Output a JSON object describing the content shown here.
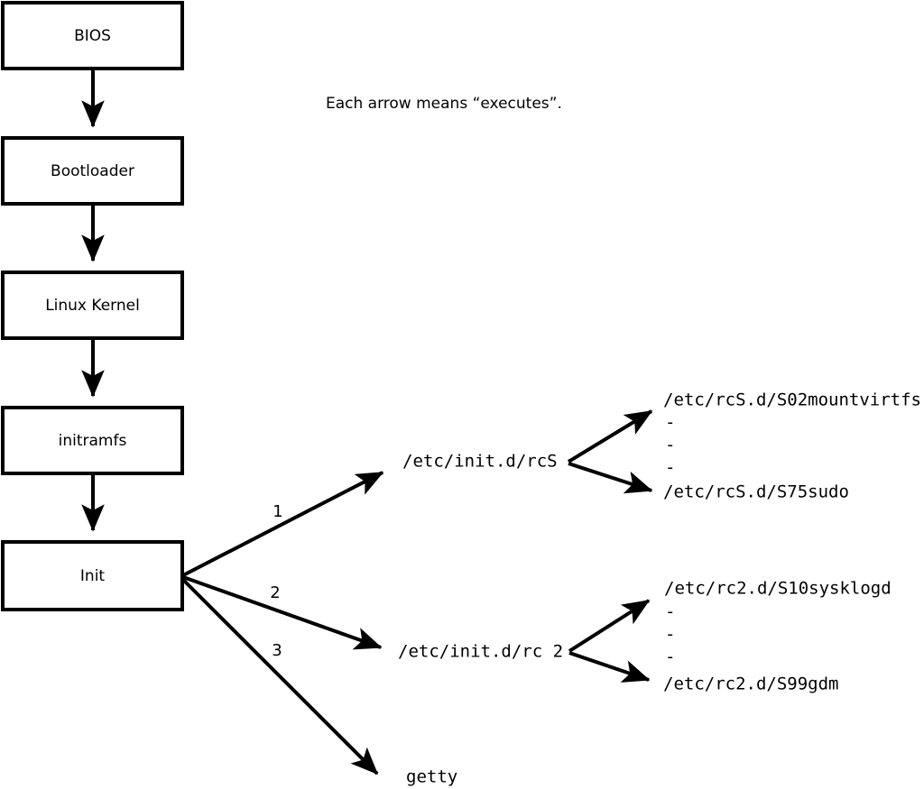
{
  "diagram": {
    "note": "Each arrow means “executes”.",
    "boot_chain": [
      {
        "id": "bios",
        "label": "BIOS"
      },
      {
        "id": "bootloader",
        "label": "Bootloader"
      },
      {
        "id": "linuxkernel",
        "label": "Linux Kernel"
      },
      {
        "id": "initramfs",
        "label": "initramfs"
      },
      {
        "id": "init",
        "label": "Init"
      }
    ],
    "init_branches": [
      {
        "number": "1",
        "label": "/etc/init.d/rcS"
      },
      {
        "number": "2",
        "label": "/etc/init.d/rc 2"
      },
      {
        "number": "3",
        "label": "getty"
      }
    ],
    "rcs_scripts": {
      "first": "/etc/rcS.d/S02mountvirtfs",
      "ellipsis": [
        "-",
        "-",
        "-"
      ],
      "last": "/etc/rcS.d/S75sudo"
    },
    "rc2_scripts": {
      "first": "/etc/rc2.d/S10sysklogd",
      "ellipsis": [
        "-",
        "-",
        "-"
      ],
      "last": "/etc/rc2.d/S99gdm"
    },
    "colors": {
      "stroke": "#000000",
      "fill": "#ffffff",
      "text": "#000000"
    }
  }
}
